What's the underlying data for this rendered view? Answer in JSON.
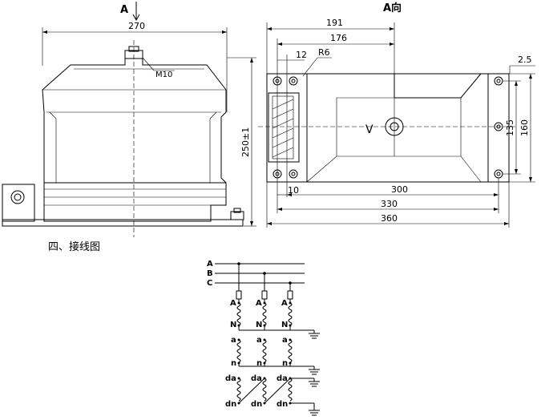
{
  "front_view": {
    "view_marker": "A",
    "width_dim": "270",
    "height_dim": "250±1",
    "bolt_label": "M10"
  },
  "side_view": {
    "title": "A向",
    "dims": {
      "d191": "191",
      "d176": "176",
      "d12": "12",
      "r6": "R6",
      "d2_5": "2.5",
      "d135": "135",
      "d160": "160",
      "d10": "10",
      "d300": "300",
      "d330": "330",
      "d360": "360"
    }
  },
  "wiring": {
    "section_title": "四、接线图",
    "phases": [
      "A",
      "B",
      "C"
    ],
    "primary_top": "A",
    "primary_bottom": "N",
    "secondary_top": "a",
    "secondary_bottom": "n",
    "tertiary_top": "da",
    "tertiary_bottom": "dn"
  }
}
